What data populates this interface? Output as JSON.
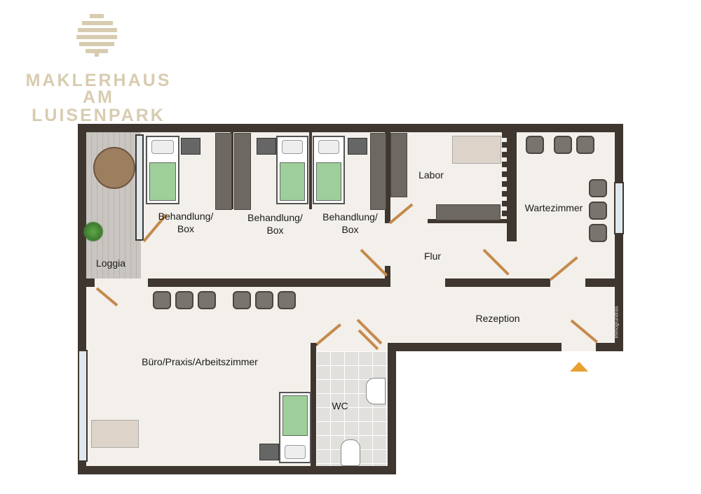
{
  "logo": {
    "line1": "MAKLERHAUS",
    "line2": "AM LUISENPARK",
    "color": "#d8ccb0"
  },
  "rooms": {
    "behandlung1": "Behandlung/ Box",
    "behandlung2": "Behandlung/ Box",
    "behandlung3": "Behandlung/ Box",
    "labor": "Labor",
    "wartezimmer": "Wartezimmer",
    "loggia": "Loggia",
    "flur": "Flur",
    "rezeption": "Rezeption",
    "buero": "Büro/Praxis/Arbeitszimmer",
    "wc": "WC"
  },
  "watermark": "Immogrundriss",
  "colors": {
    "wall": "#3e362f",
    "floor": "#f3efea",
    "bed_sheet": "#9ecf9a",
    "door": "#c48a4b",
    "entrance_arrow": "#e8a030"
  }
}
